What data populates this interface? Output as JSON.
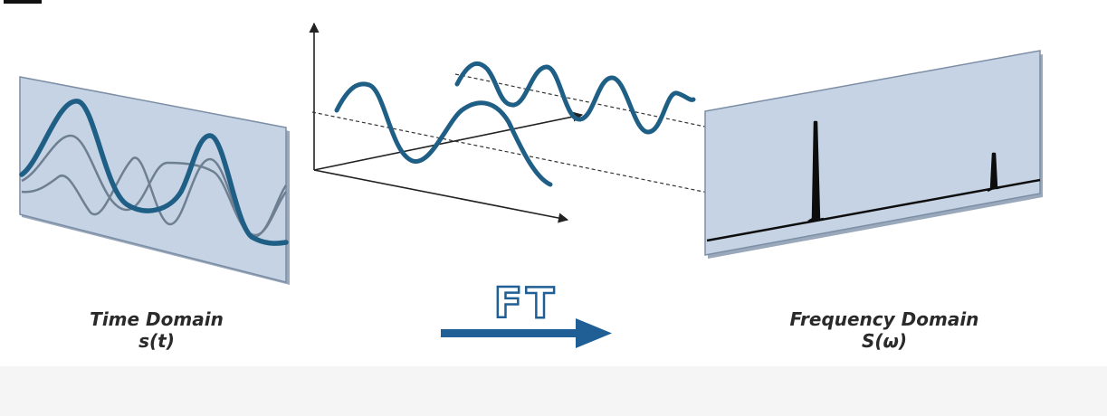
{
  "diagram": {
    "time_domain": {
      "title": "Time Domain",
      "symbol": "s(t)"
    },
    "frequency_domain": {
      "title": "Frequency Domain",
      "symbol": "S(ω)"
    },
    "transform_label": "FT"
  },
  "colors": {
    "panel_fill": "#c5d3e4",
    "panel_edge": "#7c8ea5",
    "signal_dark": "#1f5f86",
    "signal_light": "#6e7f92",
    "axis": "#222222",
    "spectrum": "#0d0d0d",
    "arrow": "#1f5f95",
    "caption": "#2a2a2a"
  }
}
